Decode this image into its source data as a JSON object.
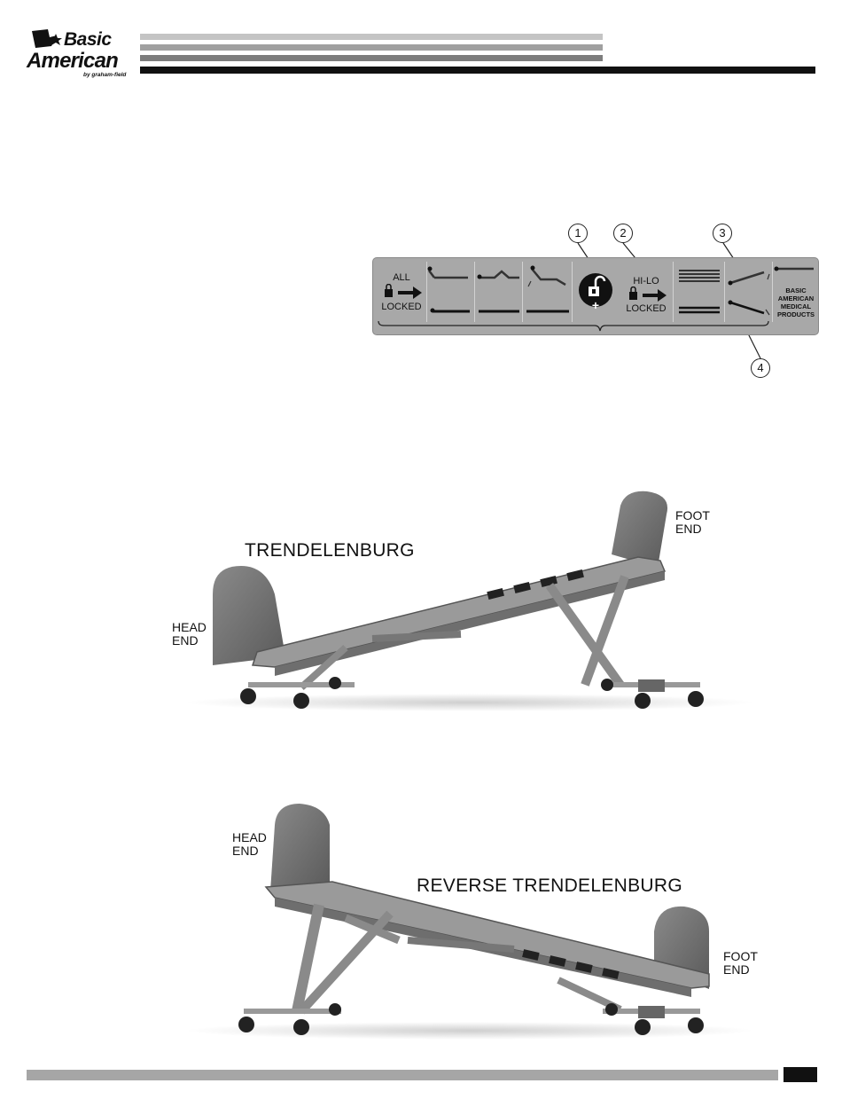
{
  "header": {
    "brand_line1": "Basic",
    "brand_line2": "American",
    "brand_sub": "by graham-field",
    "bar_colors": [
      "#bdbdbd",
      "#9e9e9e",
      "#7a7a7a",
      "#111111"
    ]
  },
  "control_panel": {
    "callouts": [
      "1",
      "2",
      "3",
      "4"
    ],
    "all_locked": {
      "line1": "ALL",
      "line2": "LOCKED"
    },
    "hilo_locked": {
      "line1": "HI-LO",
      "line2": "LOCKED"
    },
    "brand": [
      "BASIC",
      "AMERICAN",
      "MEDICAL",
      "PRODUCTS"
    ],
    "unlock_symbol": "+",
    "panel_color": "#a8a8a8"
  },
  "figures": {
    "trendelenburg": {
      "title": "TRENDELENBURG",
      "head_end": [
        "HEAD",
        "END"
      ],
      "foot_end": [
        "FOOT",
        "END"
      ]
    },
    "reverse_trendelenburg": {
      "title": "REVERSE TRENDELENBURG",
      "head_end": [
        "HEAD",
        "END"
      ],
      "foot_end": [
        "FOOT",
        "END"
      ]
    }
  },
  "footer": {
    "bar_color": "#a6a6a6",
    "page_box_color": "#111111"
  }
}
